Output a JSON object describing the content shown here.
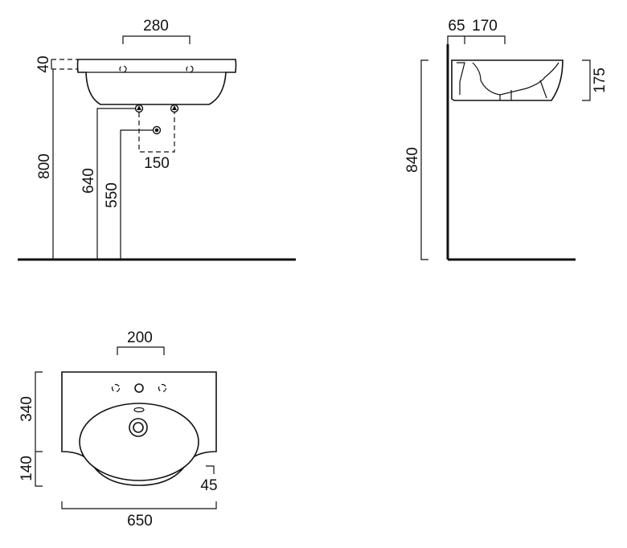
{
  "front_view": {
    "tap_spacing": "280",
    "rim_thickness": "40",
    "rim_height": "800",
    "inlet_height": "640",
    "waste_height": "550",
    "inlet_spacing": "150"
  },
  "side_view": {
    "wall_gap": "65",
    "tap_offset": "170",
    "bowl_depth": "175",
    "top_height": "840"
  },
  "top_view": {
    "hole_spacing": "200",
    "depth_back": "340",
    "depth_front": "140",
    "side_lip": "45",
    "width": "650"
  }
}
